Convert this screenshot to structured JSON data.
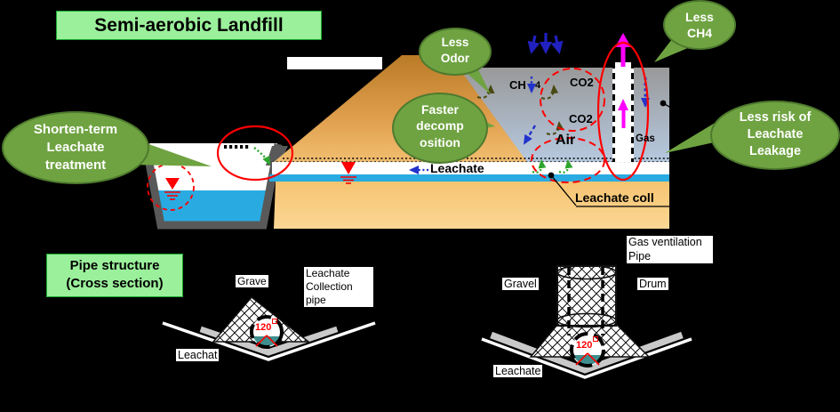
{
  "title": "Semi-aerobic Landfill",
  "callouts": {
    "shorten_term": {
      "l1": "Shorten-term",
      "l2": "Leachate",
      "l3": "treatment"
    },
    "less_odor": {
      "l1": "Less",
      "l2": "Odor"
    },
    "faster_decomposition": {
      "l1": "Faster",
      "l2": "decomp",
      "l3": "osition"
    },
    "less_ch4": {
      "l1": "Less",
      "l2": "CH4"
    },
    "less_risk": {
      "l1": "Less risk of",
      "l2": "Leachate",
      "l3": "Leakage"
    }
  },
  "landfill": {
    "ch": "CH",
    "ch_sub": "4",
    "co2_top": "CO2",
    "co2_bottom": "CO2",
    "air": "Air",
    "gas": "Gas",
    "leachate": "Leachate",
    "leachate_collection": "Leachate coll"
  },
  "pipe_structure": {
    "heading_l1": "Pipe structure",
    "heading_l2": "(Cross section)",
    "left": {
      "gravel": "Grave",
      "pipe_l1": "Leachate",
      "pipe_l2": "Collection",
      "pipe_l3": "pipe",
      "leachate": "Leachat",
      "angle": "120"
    },
    "right": {
      "vent_l1": "Gas ventilation",
      "vent_l2": "Pipe",
      "gravel": "Gravel",
      "drum": "Drum",
      "leachate": "Leachate",
      "angle": "120"
    }
  },
  "colors": {
    "background": "#000000",
    "panel_green": "#9BF09B",
    "bubble_green": "#6FA341",
    "mound_orange": "#E0993F",
    "ground_orange": "#F8C877",
    "waste_gray": "#A3AFC2",
    "water_blue": "#29ABE2",
    "pipe_water_teal": "#3E8F8E",
    "highlight_red": "#FF0000",
    "gas_magenta": "#FF00FF",
    "air_arrow_blue": "#2121BF",
    "gas_arrow_olive": "#4A4A14",
    "flow_green": "#2EA52E"
  }
}
